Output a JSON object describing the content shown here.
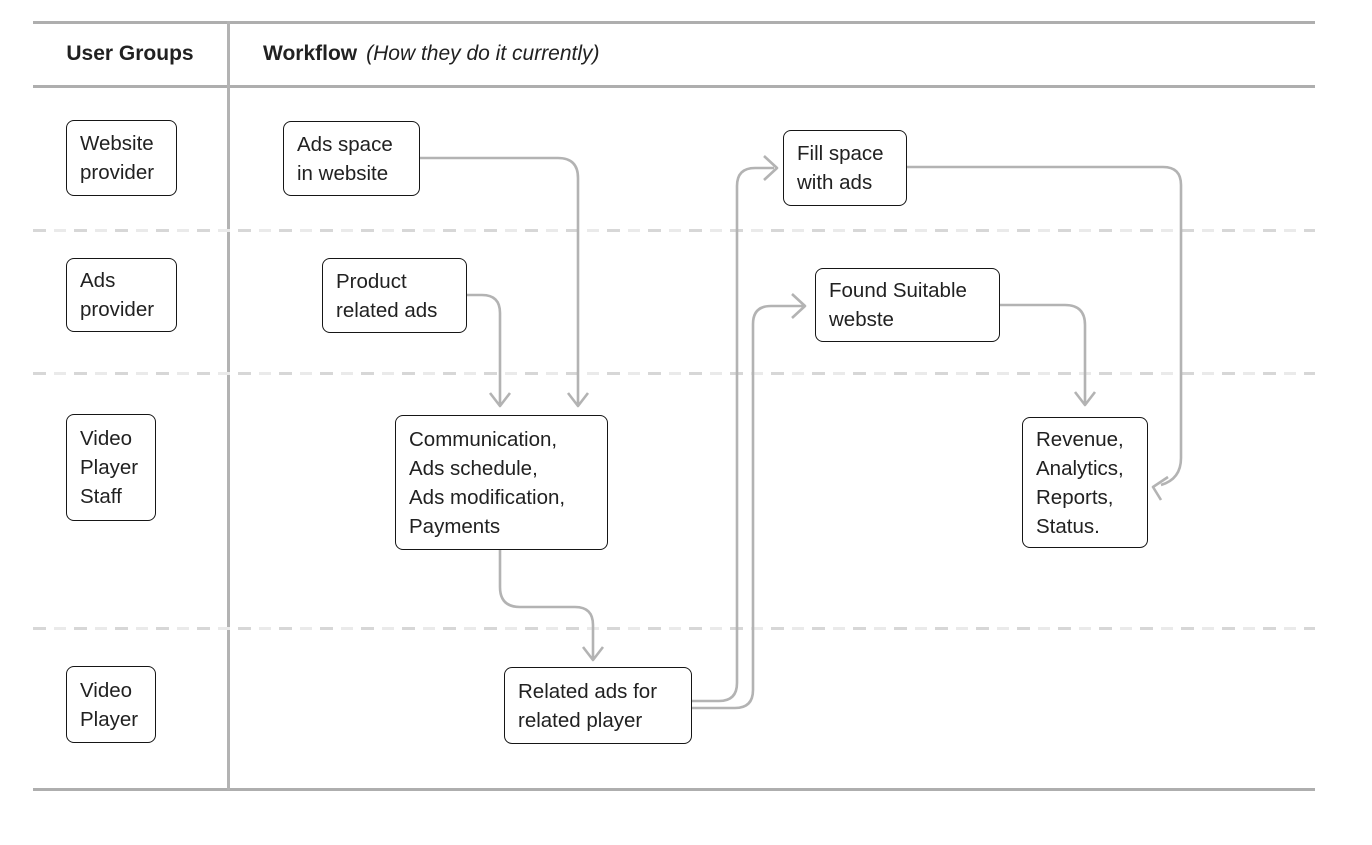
{
  "header": {
    "user_groups_label": "User Groups",
    "workflow_label": "Workflow",
    "workflow_note": "(How they do it currently)"
  },
  "user_groups": [
    "Website\nprovider",
    "Ads\nprovider",
    "Video\nPlayer\nStaff",
    "Video\nPlayer"
  ],
  "nodes": {
    "ads_space": "Ads space\nin website",
    "product_related": "Product\nrelated ads",
    "communication": "Communication,\nAds schedule,\nAds modification,\nPayments",
    "related_ads": "Related ads for\nrelated player",
    "fill_space": "Fill space\nwith ads",
    "found_suitable": "Found Suitable\nwebste",
    "revenue": "Revenue,\nAnalytics,\nReports,\nStatus."
  },
  "connections": [
    {
      "from": "ads_space",
      "to": "communication"
    },
    {
      "from": "product_related",
      "to": "communication"
    },
    {
      "from": "communication",
      "to": "related_ads"
    },
    {
      "from": "related_ads",
      "to": "fill_space"
    },
    {
      "from": "related_ads",
      "to": "found_suitable"
    },
    {
      "from": "fill_space",
      "to": "revenue"
    },
    {
      "from": "found_suitable",
      "to": "revenue"
    }
  ],
  "colors": {
    "background": "#ffffff",
    "box_border": "#161616",
    "text": "#212121",
    "arrow": "#b3b3b3",
    "frame_line": "#aeaeae",
    "lane_dash": "#d7d7d7"
  }
}
